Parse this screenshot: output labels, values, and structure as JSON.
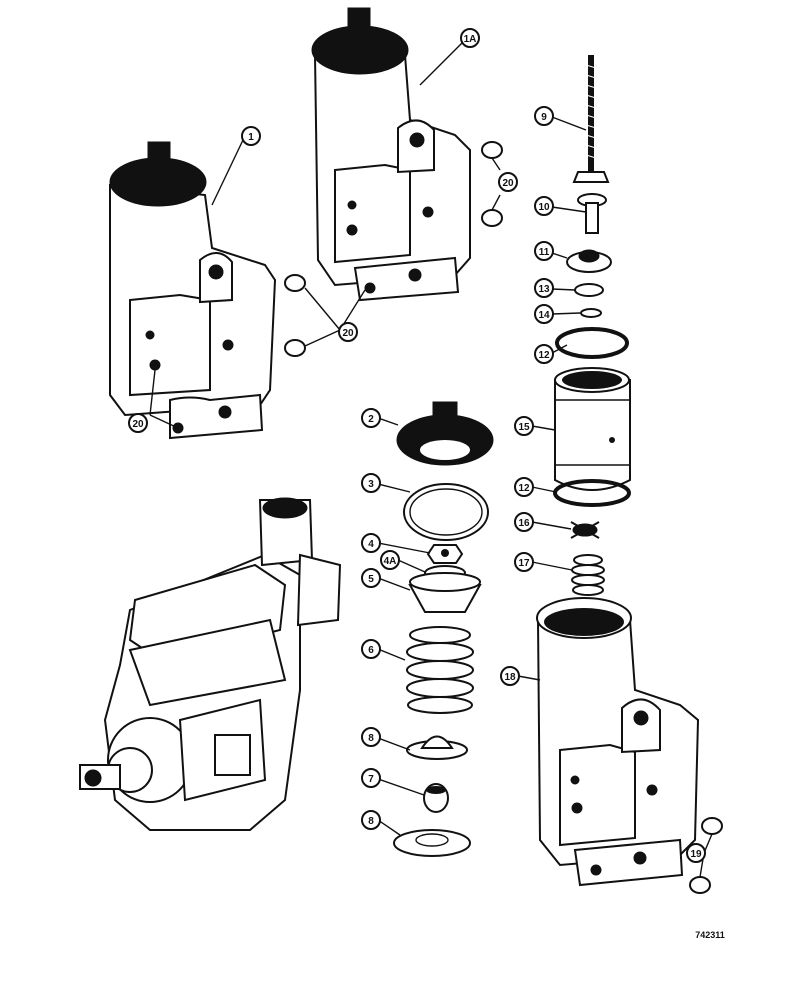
{
  "figure_number": "742311",
  "callouts": [
    {
      "id": "c1",
      "label": "1"
    },
    {
      "id": "c1a",
      "label": "1A"
    },
    {
      "id": "c2",
      "label": "2"
    },
    {
      "id": "c3",
      "label": "3"
    },
    {
      "id": "c4",
      "label": "4"
    },
    {
      "id": "c4a",
      "label": "4A"
    },
    {
      "id": "c5",
      "label": "5"
    },
    {
      "id": "c6",
      "label": "6"
    },
    {
      "id": "c7",
      "label": "7"
    },
    {
      "id": "c8a",
      "label": "8"
    },
    {
      "id": "c8b",
      "label": "8"
    },
    {
      "id": "c9",
      "label": "9"
    },
    {
      "id": "c10",
      "label": "10"
    },
    {
      "id": "c11",
      "label": "11"
    },
    {
      "id": "c12a",
      "label": "12"
    },
    {
      "id": "c12b",
      "label": "12"
    },
    {
      "id": "c13",
      "label": "13"
    },
    {
      "id": "c14",
      "label": "14"
    },
    {
      "id": "c15",
      "label": "15"
    },
    {
      "id": "c16",
      "label": "16"
    },
    {
      "id": "c17",
      "label": "17"
    },
    {
      "id": "c18",
      "label": "18"
    },
    {
      "id": "c19",
      "label": "19"
    },
    {
      "id": "c20a",
      "label": "20"
    },
    {
      "id": "c20b",
      "label": "20"
    },
    {
      "id": "c20c",
      "label": "20"
    }
  ]
}
